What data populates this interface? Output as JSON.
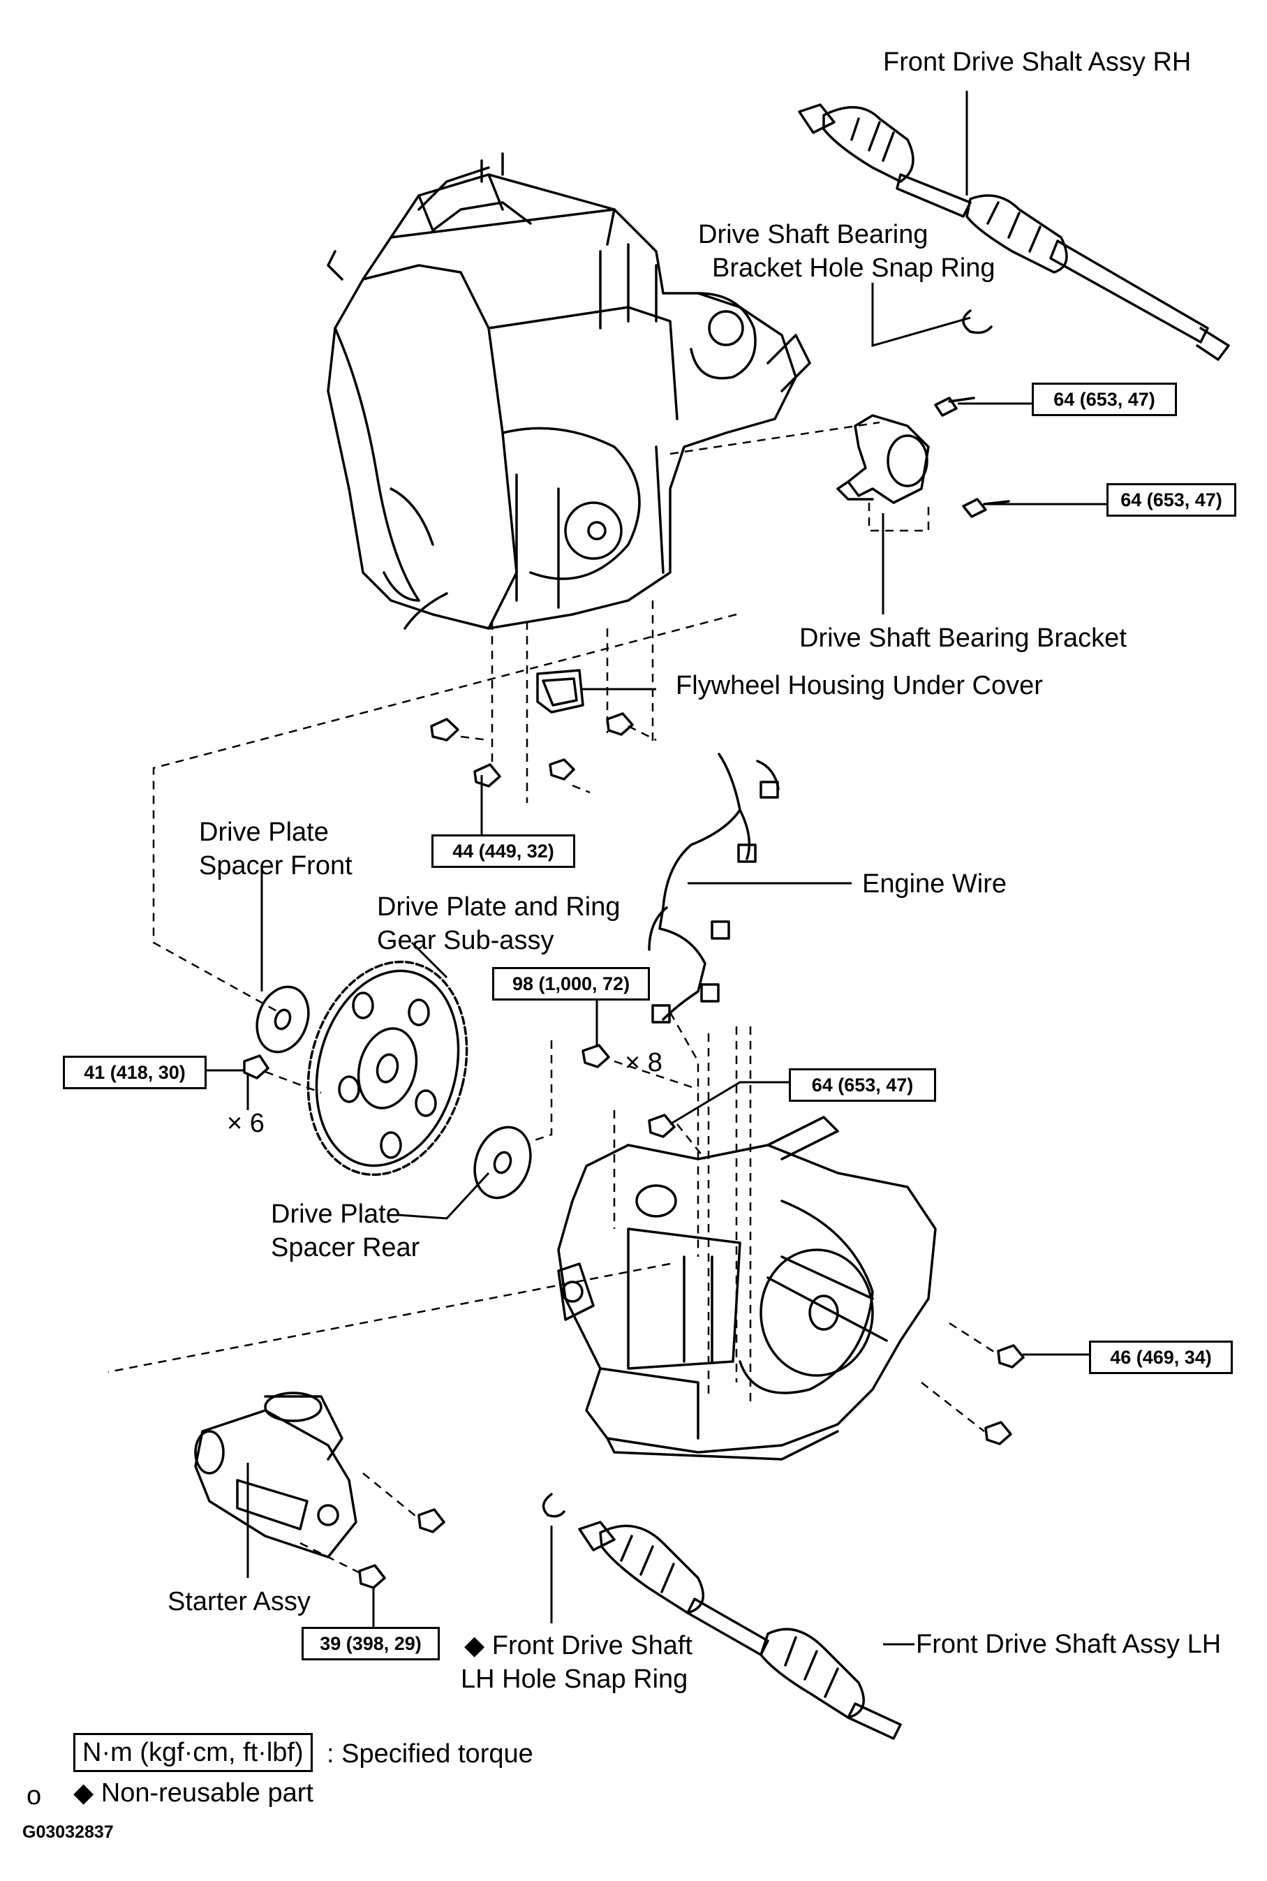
{
  "labels": {
    "front_drive_shaft_rh": "Front Drive Shalt Assy RH",
    "snap_ring_bracket_1": "Drive Shaft Bearing",
    "snap_ring_bracket_2": "Bracket Hole Snap Ring",
    "bearing_bracket": "Drive Shaft Bearing Bracket",
    "flywheel_cover": "Flywheel Housing Under Cover",
    "spacer_front_1": "Drive Plate",
    "spacer_front_2": "Spacer Front",
    "ring_gear_1": "Drive Plate and Ring",
    "ring_gear_2": "Gear  Sub-assy",
    "engine_wire": "Engine Wire",
    "spacer_rear_1": "Drive Plate",
    "spacer_rear_2": "Spacer Rear",
    "starter": "Starter Assy",
    "lh_snap_ring_1": "◆ Front Drive Shaft",
    "lh_snap_ring_2": "LH Hole Snap Ring",
    "front_drive_shaft_lh": "Front Drive Shaft Assy LH",
    "qty_6": "× 6",
    "qty_8": "× 8"
  },
  "torques": {
    "bracket_top": "64 (653, 47)",
    "bracket_bottom": "64 (653, 47)",
    "cover_bolt": "44 (449, 32)",
    "trans_bolt": "98 (1,000, 72)",
    "plate_bolt": "41 (418, 30)",
    "wire_bolt": "64 (653, 47)",
    "trans_right": "46 (469, 34)",
    "starter_bolt": "39 (398, 29)"
  },
  "legend": {
    "torque_unit": "N·m (kgf·cm, ft·lbf)",
    "torque_text": ": Specified torque",
    "nonreusable_text": "◆ Non-reusable part",
    "side_mark": "o"
  },
  "figure_id": "G03032837"
}
